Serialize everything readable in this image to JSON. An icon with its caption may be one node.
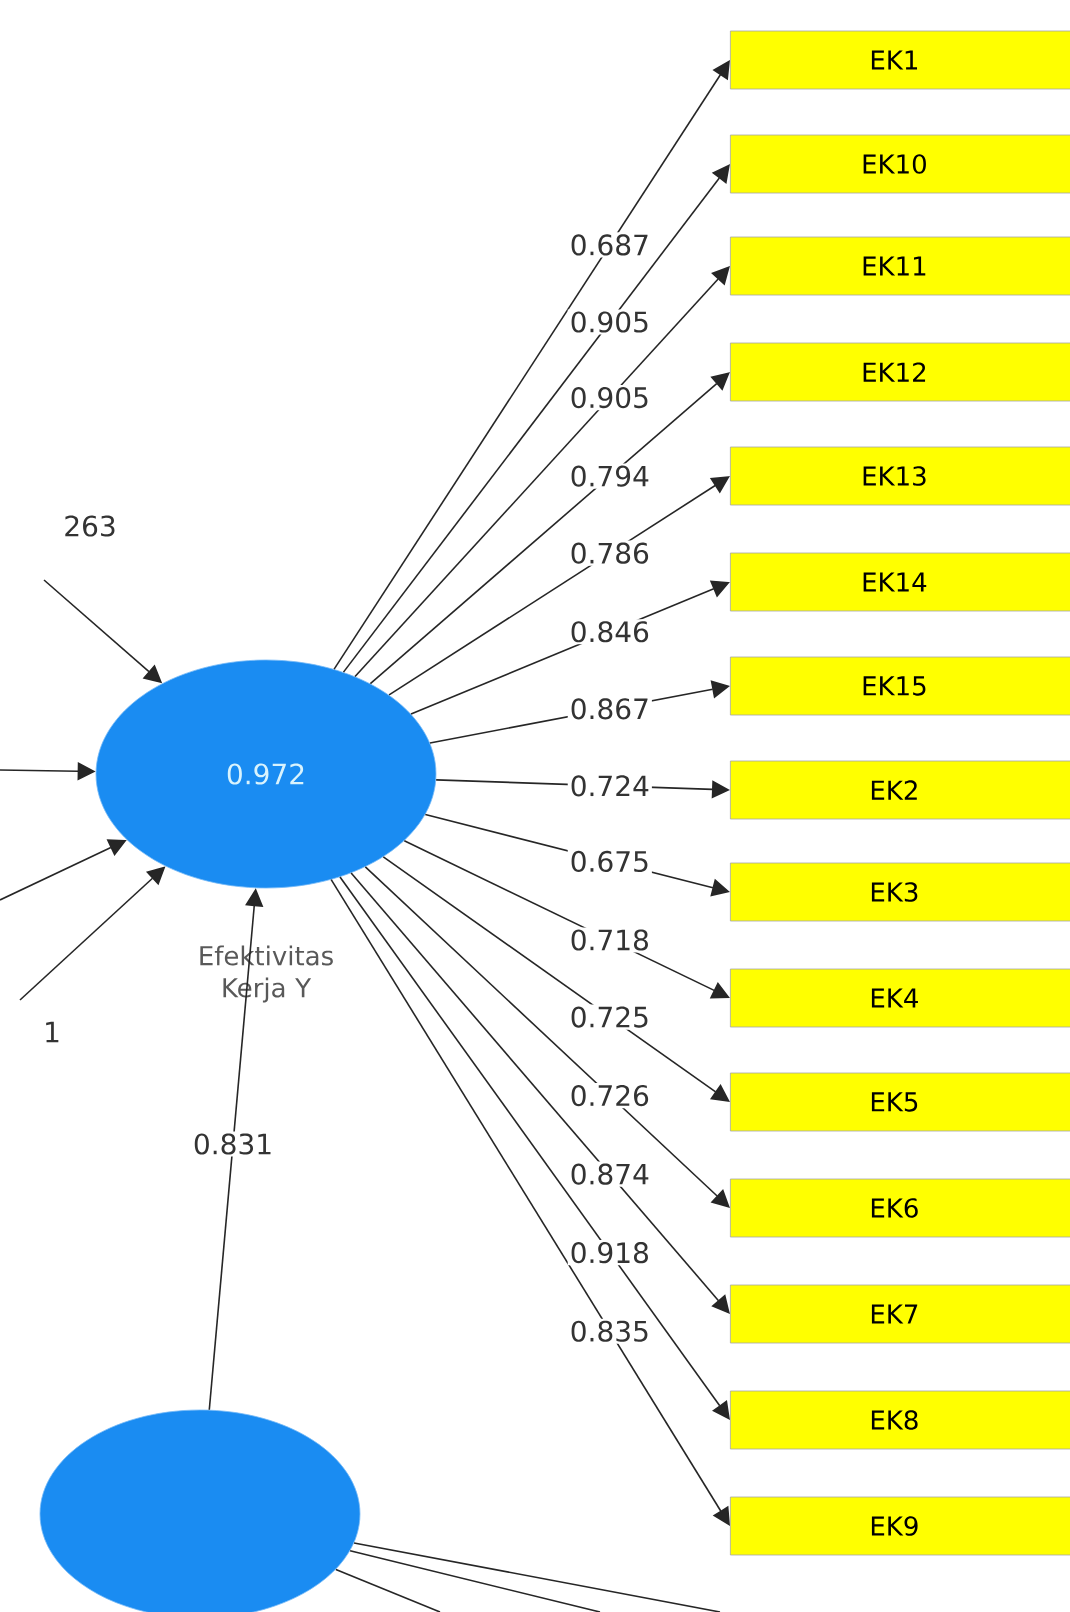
{
  "diagram": {
    "nodes": [
      {
        "text": [
          "0.972"
        ],
        "beside": [
          "Efektivitas Kerja Y"
        ]
      },
      {
        "text": [],
        "shape": "circle"
      },
      {
        "text": [
          "EK1"
        ]
      },
      {
        "text": [
          "EK10"
        ]
      },
      {
        "text": [
          "EK11"
        ]
      },
      {
        "text": [
          "EK12"
        ]
      },
      {
        "text": [
          "EK13"
        ]
      },
      {
        "text": [
          "EK14"
        ]
      },
      {
        "text": [
          "EK15"
        ]
      },
      {
        "text": [
          "EK2"
        ]
      },
      {
        "text": [
          "EK3"
        ]
      },
      {
        "text": [
          "EK4"
        ]
      },
      {
        "text": [
          "EK5"
        ]
      },
      {
        "text": [
          "EK6"
        ]
      },
      {
        "text": [
          "EK7"
        ]
      },
      {
        "text": [
          "EK8"
        ]
      },
      {
        "text": [
          "EK9"
        ]
      }
    ],
    "edges": [
      {
        "from": null,
        "to": 0,
        "arrow": "to",
        "label": "263"
      },
      {
        "from": null,
        "to": 0,
        "arrow": "to"
      },
      {
        "from": null,
        "to": 0,
        "arrow": "to"
      },
      {
        "from": null,
        "to": 0,
        "arrow": "to",
        "label": "1"
      },
      {
        "from": 1,
        "to": 0,
        "arrow": "to",
        "label": "0.831"
      },
      {
        "from": 0,
        "to": 2,
        "arrow": "to",
        "label": "0.687"
      },
      {
        "from": 0,
        "to": 3,
        "arrow": "to",
        "label": "0.905"
      },
      {
        "from": 0,
        "to": 4,
        "arrow": "to",
        "label": "0.905"
      },
      {
        "from": 0,
        "to": 5,
        "arrow": "to",
        "label": "0.794"
      },
      {
        "from": 0,
        "to": 6,
        "arrow": "to",
        "label": "0.786"
      },
      {
        "from": 0,
        "to": 7,
        "arrow": "to",
        "label": "0.846"
      },
      {
        "from": 0,
        "to": 8,
        "arrow": "to",
        "label": "0.867"
      },
      {
        "from": 0,
        "to": 9,
        "arrow": "to",
        "label": "0.724"
      },
      {
        "from": 0,
        "to": 10,
        "arrow": "to",
        "label": "0.675"
      },
      {
        "from": 0,
        "to": 11,
        "arrow": "to",
        "label": "0.718"
      },
      {
        "from": 0,
        "to": 12,
        "arrow": "to",
        "label": "0.725"
      },
      {
        "from": 0,
        "to": 13,
        "arrow": "to",
        "label": "0.726"
      },
      {
        "from": 0,
        "to": 14,
        "arrow": "to",
        "label": "0.874"
      },
      {
        "from": 0,
        "to": 15,
        "arrow": "to",
        "label": "0.918"
      },
      {
        "from": 0,
        "to": 16,
        "arrow": "to",
        "label": "0.835"
      },
      {
        "from": 1,
        "to": null,
        "arrow": "none"
      },
      {
        "from": 1,
        "to": null,
        "arrow": "none"
      },
      {
        "from": 1,
        "to": null,
        "arrow": "none"
      }
    ]
  }
}
